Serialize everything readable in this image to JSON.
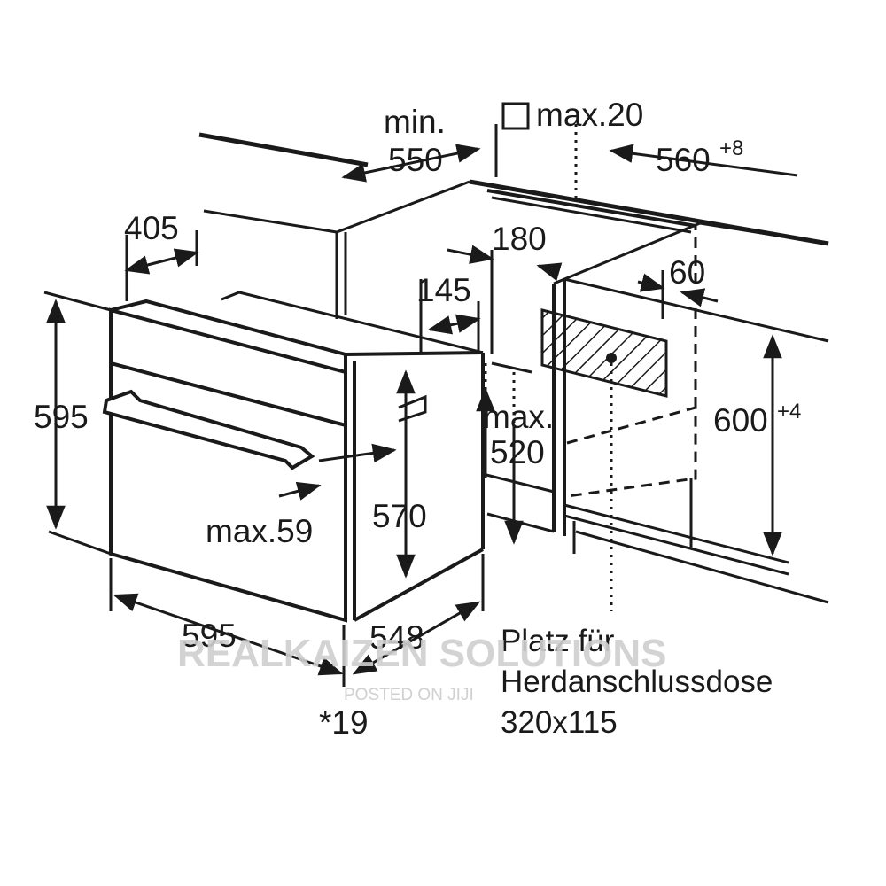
{
  "dimensions": {
    "min_label": "min.",
    "depth_550": "550",
    "vent_max": "max.20",
    "width_560": "560",
    "width_560_tol": "+8",
    "d405": "405",
    "d180": "180",
    "d145": "145",
    "d60": "60",
    "h595": "595",
    "max_label": "max.",
    "d520": "520",
    "h600": "600",
    "h600_tol": "+4",
    "handle_max": "max.59",
    "h570": "570",
    "w595": "595",
    "d548": "548",
    "front_19": "*19"
  },
  "note": {
    "line1": "Platz für",
    "line2": "Herdanschlussdose",
    "line3": "320x115"
  },
  "watermark": {
    "brand": "REALKAIZEN SOLUTIONS",
    "posted": "POSTED ON JIJI"
  },
  "colors": {
    "line": "#1a1a1a",
    "watermark": "#cfcfcf"
  }
}
